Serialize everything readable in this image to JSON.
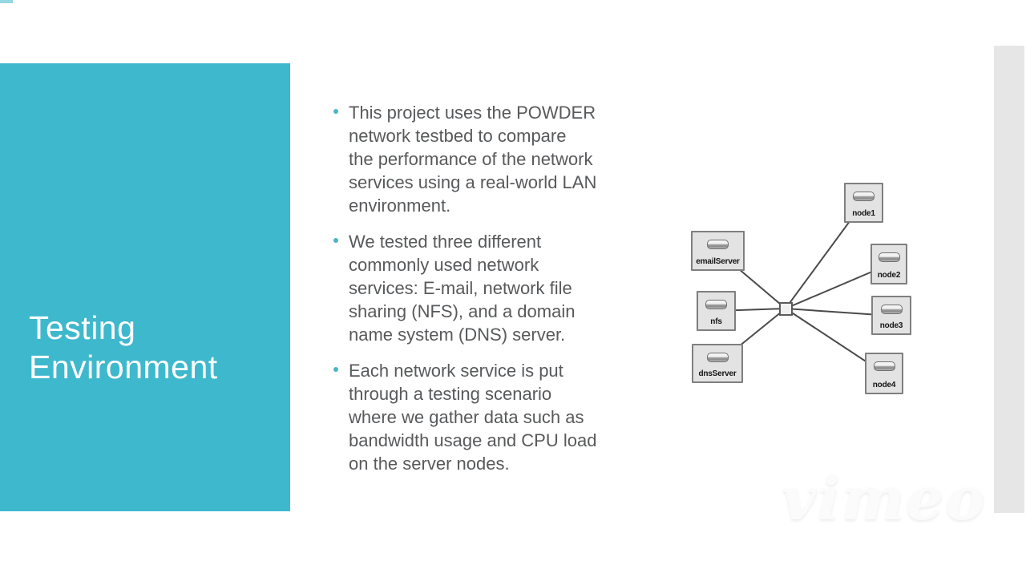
{
  "slide": {
    "title": "Testing\nEnvironment",
    "bullets": [
      "This project uses the POWDER\nnetwork testbed to compare\nthe performance of the network\nservices using a real-world LAN\nenvironment.",
      "We tested three different\ncommonly used network\nservices: E-mail, network file\nsharing (NFS), and a domain\nname system (DNS) server.",
      "Each network service is put\nthrough a testing scenario\nwhere we gather data such as\nbandwidth usage and CPU load\non the server nodes."
    ]
  },
  "diagram": {
    "nodes": [
      {
        "id": "node1",
        "label": "node1"
      },
      {
        "id": "emailServer",
        "label": "emailServer"
      },
      {
        "id": "node2",
        "label": "node2"
      },
      {
        "id": "nfs",
        "label": "nfs"
      },
      {
        "id": "node3",
        "label": "node3"
      },
      {
        "id": "dnsServer",
        "label": "dnsServer"
      },
      {
        "id": "node4",
        "label": "node4"
      }
    ]
  },
  "watermark": {
    "text": "vimeo"
  },
  "colors": {
    "accent_teal": "#3EB8CC",
    "title_text": "#FFFFFF",
    "body_text": "#58595B",
    "bullet_dot": "#4AB5C4",
    "node_fill": "#E3E3E3",
    "node_border": "#7F7F7F",
    "link_line": "#4A4A4A",
    "edge_bar": "#E6E6E6"
  }
}
